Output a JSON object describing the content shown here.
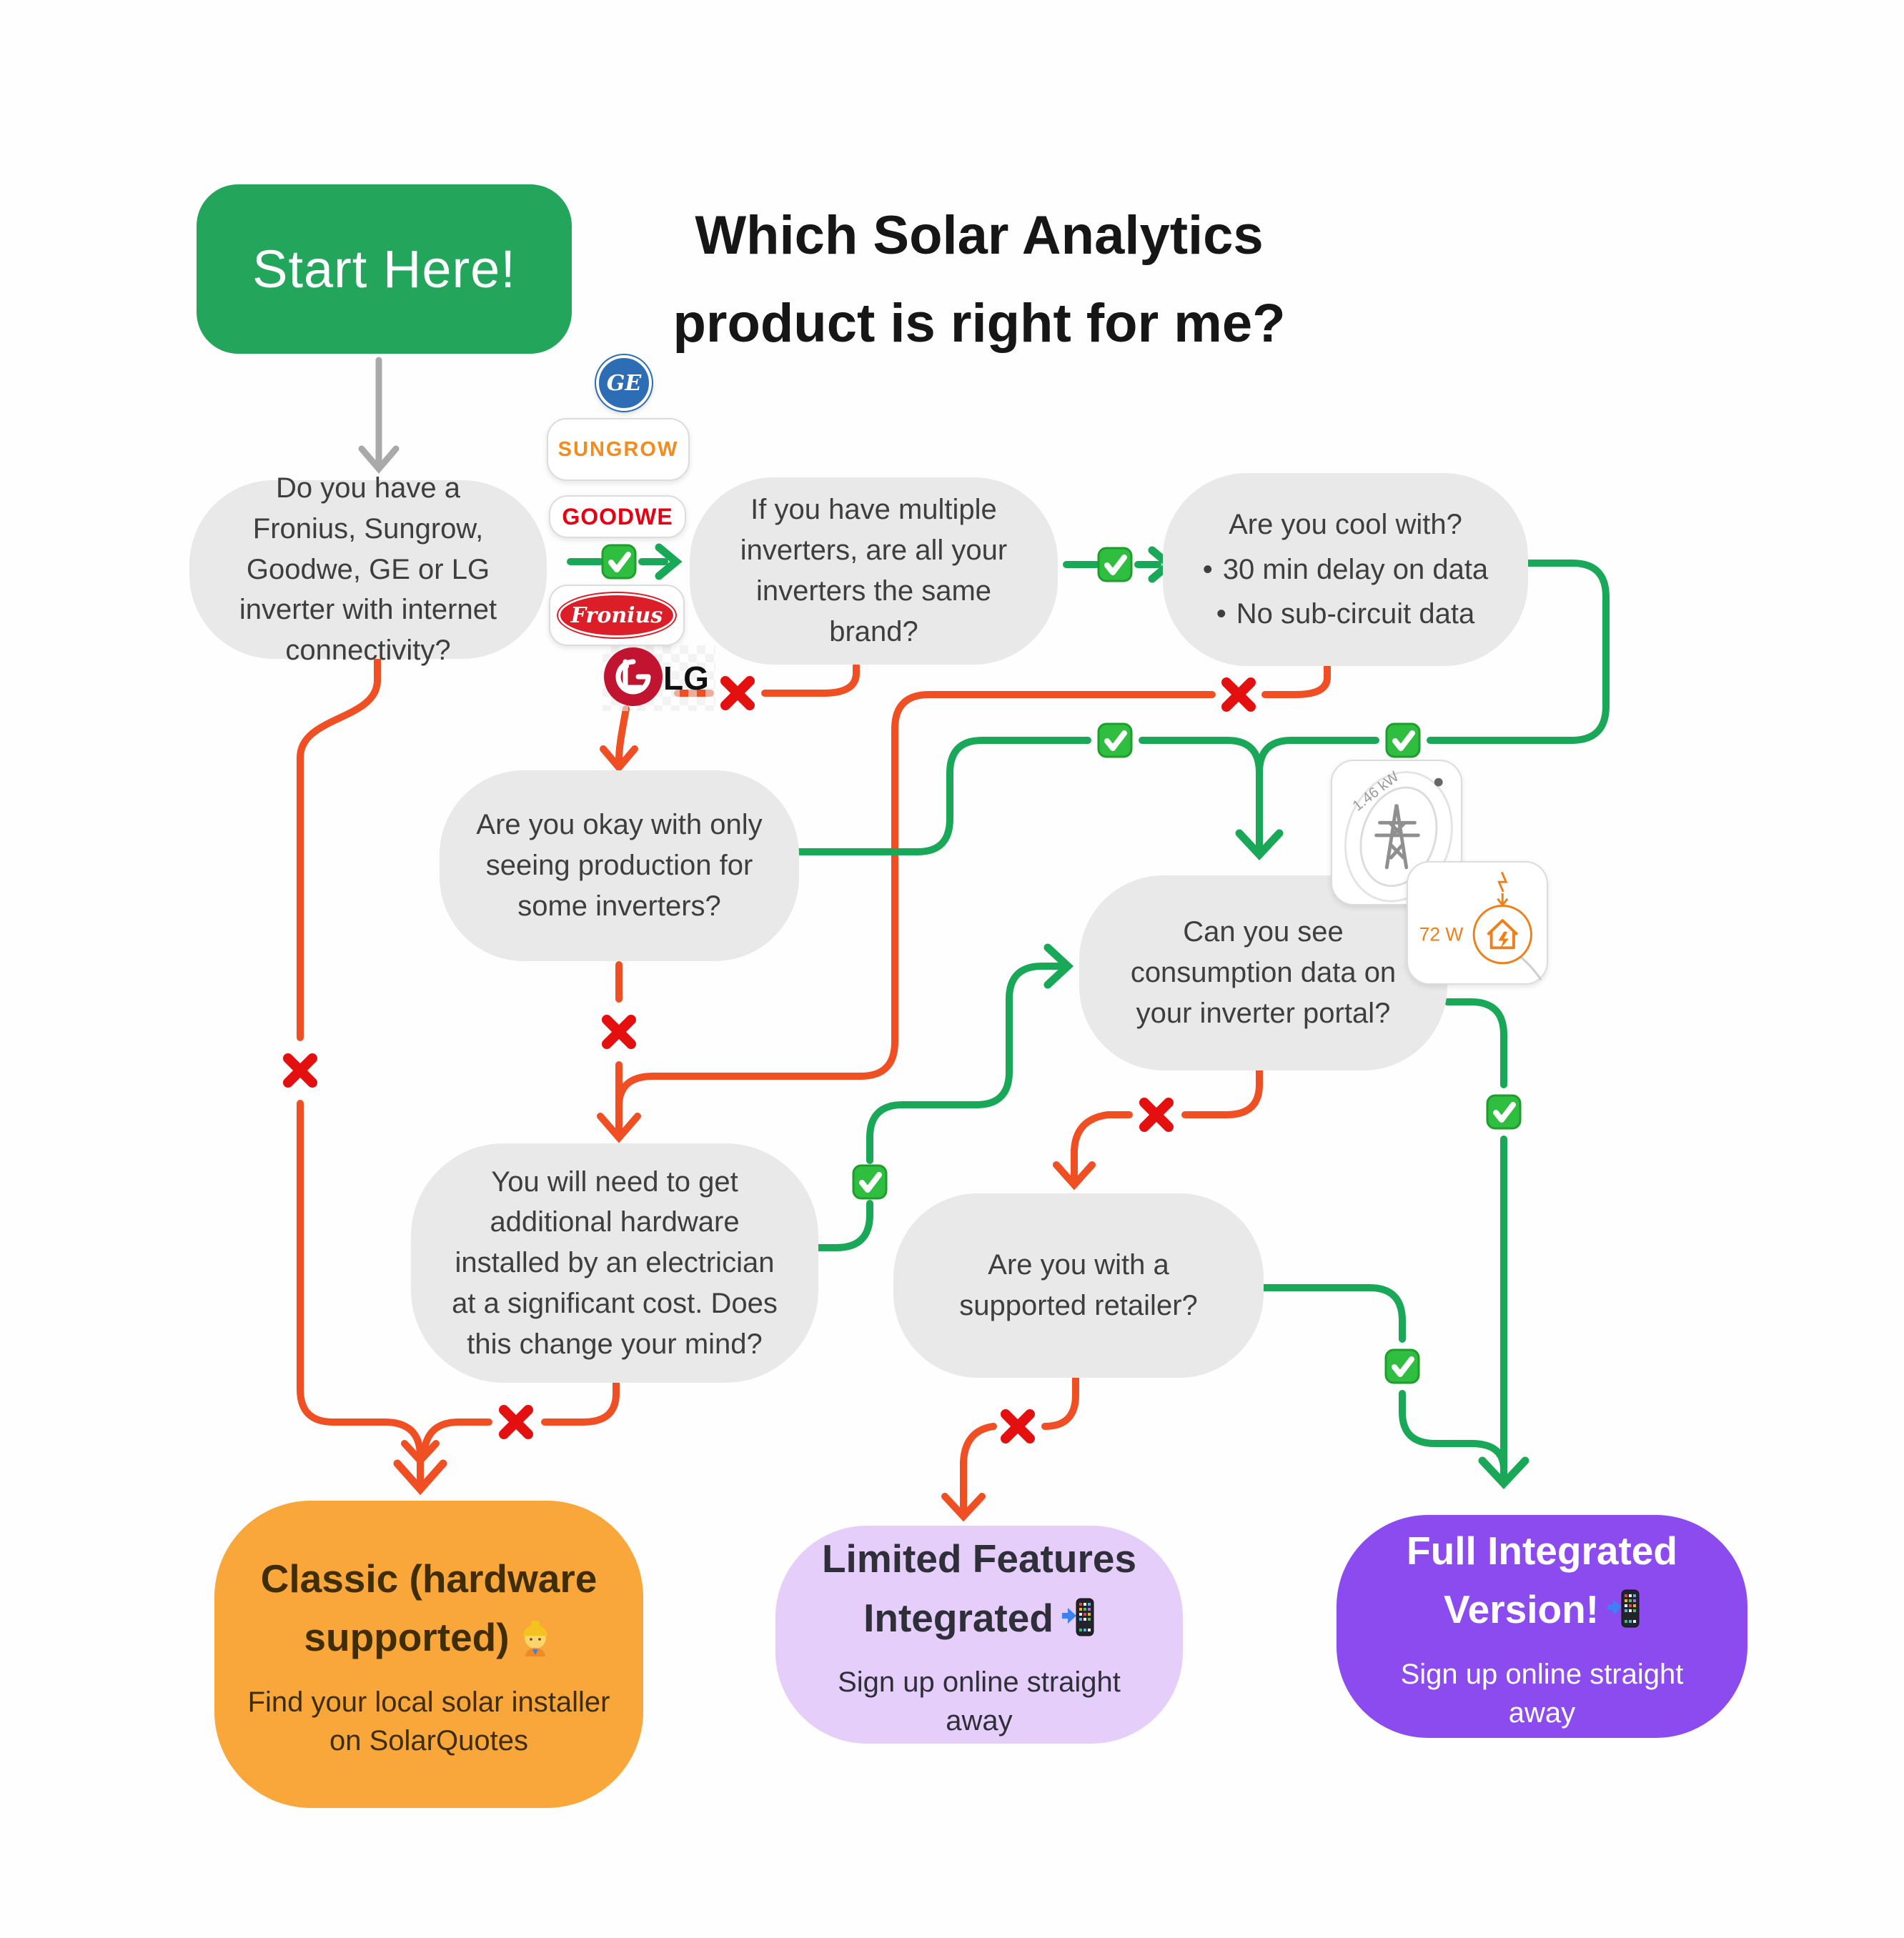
{
  "header": {
    "title_line1": "Which Solar Analytics",
    "title_line2": "product is right for me?"
  },
  "start_button": {
    "label": "Start Here!"
  },
  "questions": {
    "inverter_brand": "Do you have a Fronius, Sungrow, Goodwe, GE or LG inverter with internet connectivity?",
    "multiple_inverters": "If you have multiple inverters, are all your inverters the same brand?",
    "cool_with": {
      "intro": "Are you cool with?",
      "bullets": [
        "30 min delay on data",
        "No sub-circuit data"
      ]
    },
    "production_only": "Are you okay with only seeing production for some inverters?",
    "additional_hardware": "You will need to get additional hardware installed by an electrician at a significant cost. Does this change your mind?",
    "consumption_data": "Can you see consumption data on your inverter portal?",
    "supported_retailer": "Are you with a supported retailer?"
  },
  "outcomes": {
    "classic": {
      "title": "Classic (hardware supported)",
      "icon": "construction-worker-icon",
      "subtitle": "Find your local solar installer on SolarQuotes",
      "bg": "#F9A63A"
    },
    "limited": {
      "title": "Limited Features Integrated",
      "icon": "phone-with-arrow-icon",
      "subtitle": "Sign up online straight away",
      "bg": "#E5CEF9"
    },
    "full": {
      "title": "Full Integrated Version!",
      "icon": "phone-with-arrow-icon",
      "subtitle": "Sign up online straight away",
      "bg": "#8C4BEE"
    }
  },
  "logos": {
    "ge": "GE",
    "sungrow": "SUNGROW",
    "goodwe": "GOODWE",
    "fronius": "Fronius",
    "lg": "LG"
  },
  "icon_cards": {
    "grid_power": "1.46 kW",
    "house_power": "72 W"
  },
  "legend": {
    "yes_color": "#19A758",
    "no_color": "#F04E23",
    "x_mark_color": "#E40F0F",
    "check_color": "#2FBE3F",
    "node_bg": "#E9E9E9",
    "start_bg": "#23A55C",
    "classic_bg": "#F9A63A",
    "limited_bg": "#E5CEF9",
    "full_bg": "#8C4BEE",
    "start_arrow_gray": "#A9A9A9"
  }
}
